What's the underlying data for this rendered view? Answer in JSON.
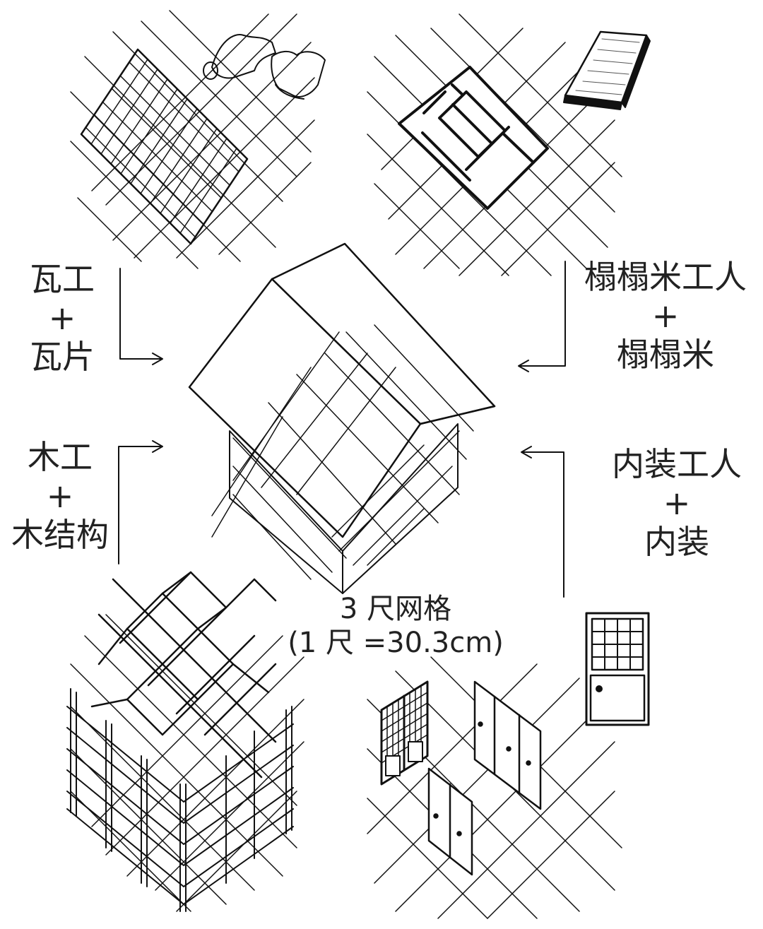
{
  "labels": {
    "roofer": {
      "line1": "瓦工",
      "line2": "+",
      "line3": "瓦片"
    },
    "tatami": {
      "line1": "榻榻米工人",
      "line2": "+",
      "line3": "榻榻米"
    },
    "carpenter": {
      "line1": "木工",
      "line2": "+",
      "line3": "木结构"
    },
    "interior": {
      "line1": "内装工人",
      "line2": "+",
      "line3": "内装"
    }
  },
  "caption": {
    "line1": "3 尺网格",
    "line2": "(1 尺 =30.3cm)"
  },
  "colors": {
    "ink": "#111111",
    "paper": "#ffffff",
    "text": "#222222"
  }
}
